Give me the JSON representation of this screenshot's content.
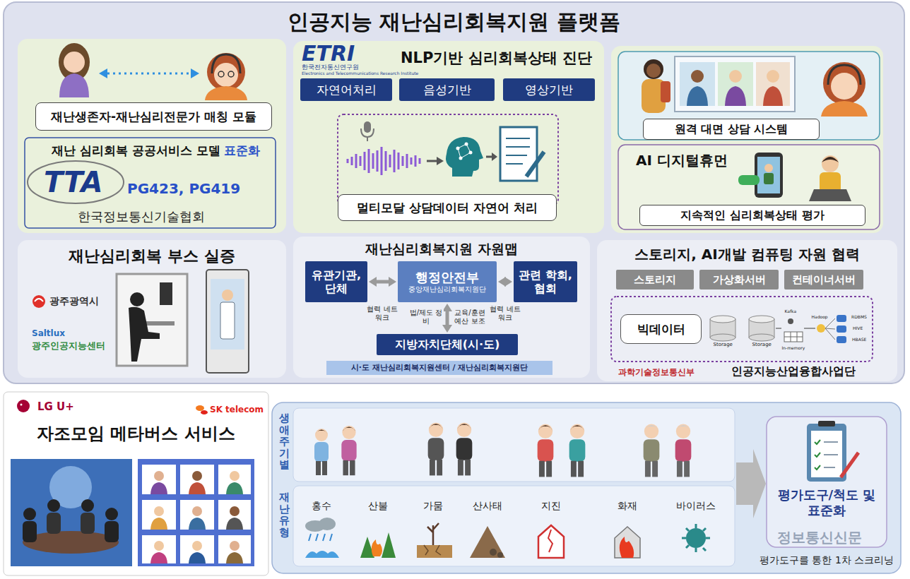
{
  "diagram": {
    "nodes": [
      {
        "text": [
          "인공지능 재난심리회복지원 플랫폼"
        ]
      },
      {
        "text": [
          "재난생존자-재난심리전문가 매칭 모듈"
        ],
        "in": 0
      },
      {
        "text": [
          "재난 심리회복 공공서비스 모델",
          "표준화",
          "TTA",
          "PG423, PG419",
          "한국정보통신기술협회"
        ],
        "in": 0
      },
      {
        "text": [
          "NLP기반 심리회복상태 진단",
          "ETRI",
          "한국전자통신연구원",
          "Electronics and Telecommunications Research Institute"
        ],
        "in": 0
      },
      {
        "text": [
          "자연어처리"
        ],
        "in": 3
      },
      {
        "text": [
          "음성기반"
        ],
        "in": 3
      },
      {
        "text": [
          "영상기반"
        ],
        "in": 3
      },
      {
        "text": [
          "멀티모달 상담데이터 자연어 처리"
        ],
        "in": 3
      },
      {
        "text": [
          "원격 대면 상담 시스템"
        ],
        "in": 0
      },
      {
        "text": [
          "AI 디지털휴먼"
        ],
        "in": 0
      },
      {
        "text": [
          "지속적인 심리회복상태 평가"
        ],
        "in": 9
      },
      {
        "text": [
          "재난심리회복 부스 실증",
          "광주광역시",
          "Saltlux",
          "광주인공지능센터"
        ],
        "in": 0
      },
      {
        "text": [
          "재난심리회복지원 자원맵"
        ],
        "in": 0
      },
      {
        "text": [
          "유관기관, 단체"
        ],
        "in": 12
      },
      {
        "text": [
          "행정안전부",
          "중앙재난심리회복지원단"
        ],
        "in": 12
      },
      {
        "text": [
          "관련 학회, 협회"
        ],
        "in": 12
      },
      {
        "text": [
          "지방자치단체(시·도)"
        ],
        "in": 12
      },
      {
        "text": [
          "시·도 재난심리회복지원센터 / 재난심리회복지원단"
        ],
        "in": 12
      },
      {
        "text": [
          "스토리지, AI개발 컴퓨팅 자원 협력",
          "과학기술정보통신부",
          "인공지능산업융합사업단"
        ],
        "in": 0
      },
      {
        "text": [
          "스토리지"
        ],
        "in": 18
      },
      {
        "text": [
          "가상화서버"
        ],
        "in": 18
      },
      {
        "text": [
          "컨테이너서버"
        ],
        "in": 18
      },
      {
        "text": [
          "빅데이터"
        ],
        "in": 18
      },
      {
        "text": [
          "LG U+",
          "SK telecom",
          "자조모임 메타버스 서비스"
        ]
      },
      {
        "text": [
          "생애주기별",
          "재난유형",
          "평가도구를 통한 1차 스크리닝"
        ]
      },
      {
        "text": [
          "평가도구/척도 및 표준화"
        ],
        "in": 24
      }
    ],
    "edges": [
      {
        "from": 13,
        "to": 14,
        "arrow": "both",
        "label": "협력 네트워크"
      },
      {
        "from": 14,
        "to": 15,
        "arrow": "both",
        "label": "협력 네트워크"
      },
      {
        "from": 14,
        "to": 16,
        "arrow": "both",
        "label": "법/제도 정비"
      }
    ],
    "labels": [
      "교육/훈련 예산 보조",
      "Storage",
      "Storage",
      "Kafka",
      "Hadoop",
      "In-memory",
      "RDBMS",
      "HIVE",
      "HBASE",
      "홍수",
      "산불",
      "가뭄",
      "산사태",
      "지진",
      "화재",
      "바이러스",
      "정보통신신문"
    ]
  }
}
